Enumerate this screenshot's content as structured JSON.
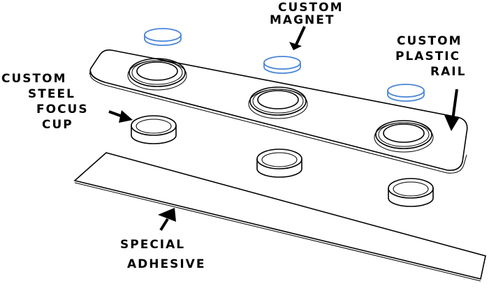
{
  "diagram": {
    "title": "Exploded view of custom rail assembly",
    "labels": {
      "magnet": [
        "CUSTOM",
        "MAGNET"
      ],
      "rail": [
        "CUSTOM",
        "PLASTIC",
        "RAIL"
      ],
      "cup": [
        "CUSTOM",
        "STEEL",
        "FOCUS",
        "CUP"
      ],
      "adhesive": [
        "SPECIAL",
        "ADHESIVE"
      ]
    },
    "components": [
      {
        "name": "Custom Magnet",
        "count": 3,
        "color": "#4a86d8"
      },
      {
        "name": "Custom Plastic Rail",
        "count": 1,
        "color": "#000000"
      },
      {
        "name": "Custom Steel Focus Cup",
        "count": 3,
        "color": "#000000"
      },
      {
        "name": "Special Adhesive",
        "count": 1,
        "color": "#000000"
      }
    ]
  }
}
